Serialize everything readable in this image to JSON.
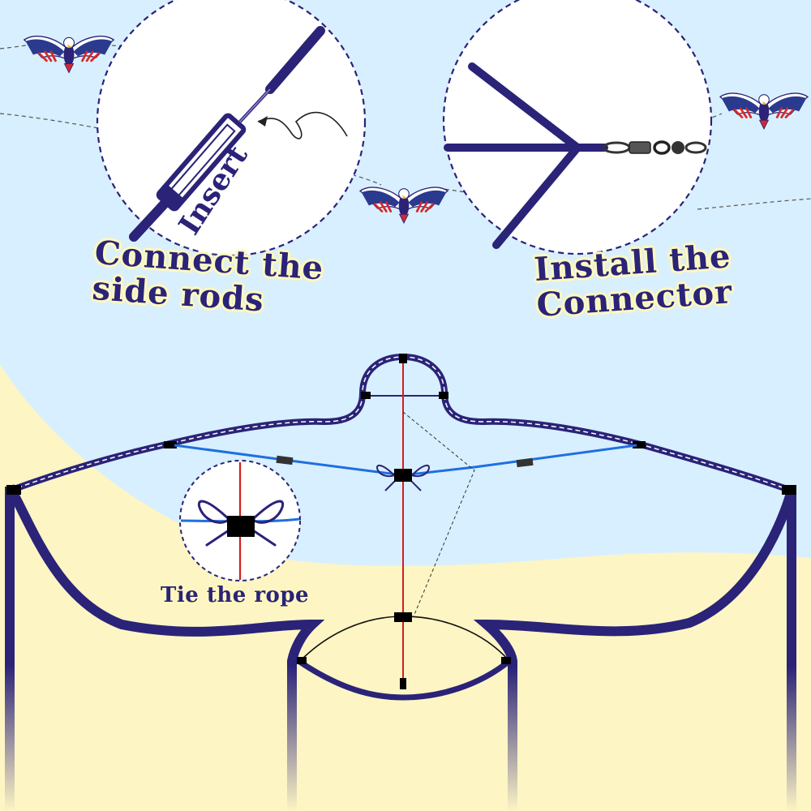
{
  "captions": {
    "connect_side_rods": "Connect the side rods",
    "install_connector": "Install the Connector",
    "tie_rope": "Tie the rope",
    "insert": "Insert"
  },
  "colors": {
    "sky": "#d8efff",
    "sand": "#fdf5c4",
    "frame_navy": "#2a2378",
    "spar_blue": "#1f6fe0",
    "spine_red": "#d41e1e",
    "caption_glow": "#fff8c0"
  },
  "icons": {
    "kite": "eagle-kite-icon",
    "swivel": "swivel-clip-icon",
    "bow_knot": "bow-knot-icon"
  }
}
